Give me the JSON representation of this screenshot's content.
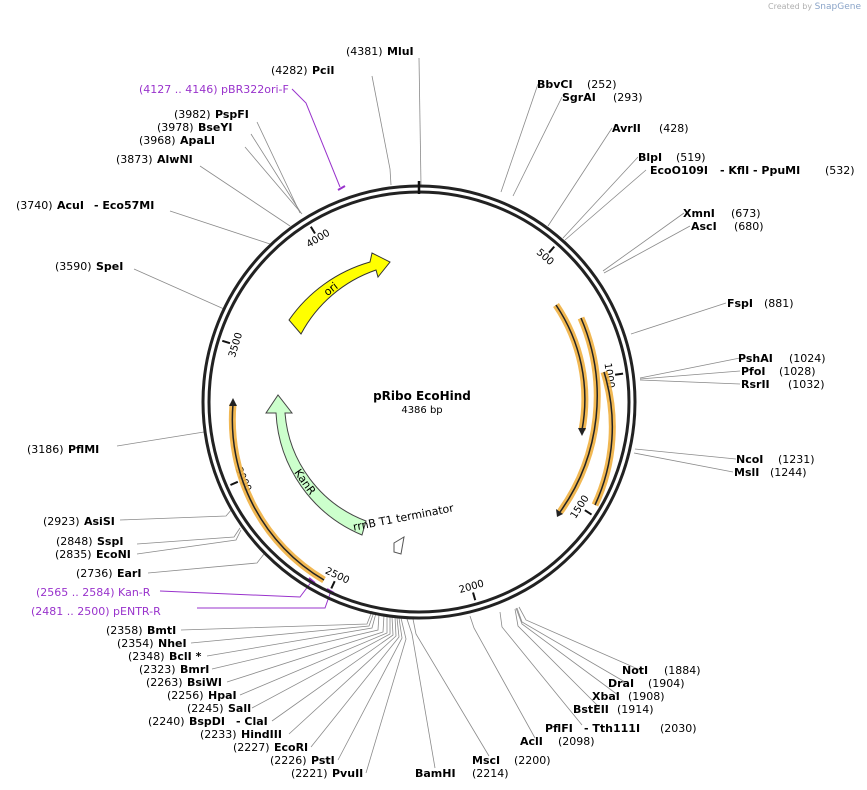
{
  "credit": {
    "prefix": "Created by",
    "brand": "SnapGene"
  },
  "plasmid": {
    "name": "pRibo EcoHind",
    "length_label": "4386 bp",
    "length": 4386
  },
  "ruler": [
    "500",
    "1000",
    "1500",
    "2000",
    "2500",
    "3000",
    "3500",
    "4000"
  ],
  "features": [
    {
      "name": "ori",
      "color": "#ffff00",
      "stroke": "#333333"
    },
    {
      "name": "KanR",
      "color": "#ccffcc",
      "stroke": "#444444"
    },
    {
      "name": "rrnB T1 terminator",
      "color": "#ffffff",
      "stroke": "#555555"
    }
  ],
  "enzymes": [
    {
      "pos": "(4381)",
      "name": "MluI"
    },
    {
      "pos": "(4282)",
      "name": "PciI"
    },
    {
      "pos": "(3982)",
      "name": "PspFI"
    },
    {
      "pos": "(3978)",
      "name": "BseYI"
    },
    {
      "pos": "(3968)",
      "name": "ApaLI"
    },
    {
      "pos": "(3873)",
      "name": "AlwNI"
    },
    {
      "pos": "(3740)",
      "name": "AcuI",
      "extra": "- Eco57MI"
    },
    {
      "pos": "(3590)",
      "name": "SpeI"
    },
    {
      "pos": "(3186)",
      "name": "PflMI"
    },
    {
      "pos": "(2923)",
      "name": "AsiSI"
    },
    {
      "pos": "(2848)",
      "name": "SspI"
    },
    {
      "pos": "(2835)",
      "name": "EcoNI"
    },
    {
      "pos": "(2736)",
      "name": "EarI"
    },
    {
      "pos": "(2358)",
      "name": "BmtI"
    },
    {
      "pos": "(2354)",
      "name": "NheI"
    },
    {
      "pos": "(2348)",
      "name": "BclI *"
    },
    {
      "pos": "(2323)",
      "name": "BmrI"
    },
    {
      "pos": "(2263)",
      "name": "BsiWI"
    },
    {
      "pos": "(2256)",
      "name": "HpaI"
    },
    {
      "pos": "(2245)",
      "name": "SalI"
    },
    {
      "pos": "(2240)",
      "name": "BspDI",
      "extra": "- ClaI"
    },
    {
      "pos": "(2233)",
      "name": "HindIII"
    },
    {
      "pos": "(2227)",
      "name": "EcoRI"
    },
    {
      "pos": "(2226)",
      "name": "PstI"
    },
    {
      "pos": "(2221)",
      "name": "PvuII"
    },
    {
      "pos": "(2214)",
      "name": "BamHI"
    },
    {
      "pos": "(2200)",
      "name": "MscI"
    },
    {
      "pos": "(2098)",
      "name": "AclI"
    },
    {
      "pos": "(2030)",
      "name": "PflFI",
      "extra": "- Tth111I"
    },
    {
      "pos": "(1914)",
      "name": "BstEII"
    },
    {
      "pos": "(1908)",
      "name": "XbaI"
    },
    {
      "pos": "(1904)",
      "name": "DraI"
    },
    {
      "pos": "(1884)",
      "name": "NotI"
    },
    {
      "pos": "(1244)",
      "name": "MslI"
    },
    {
      "pos": "(1231)",
      "name": "NcoI"
    },
    {
      "pos": "(1032)",
      "name": "RsrII"
    },
    {
      "pos": "(1028)",
      "name": "PfoI"
    },
    {
      "pos": "(1024)",
      "name": "PshAI"
    },
    {
      "pos": "(881)",
      "name": "FspI"
    },
    {
      "pos": "(680)",
      "name": "AscI"
    },
    {
      "pos": "(673)",
      "name": "XmnI"
    },
    {
      "pos": "(532)",
      "name": "EcoO109I",
      "extra": "- KflI - PpuMI"
    },
    {
      "pos": "(519)",
      "name": "BlpI"
    },
    {
      "pos": "(428)",
      "name": "AvrII"
    },
    {
      "pos": "(293)",
      "name": "SgrAI"
    },
    {
      "pos": "(252)",
      "name": "BbvCI"
    }
  ],
  "primers": [
    {
      "label": "(4127 .. 4146)  pBR322ori-F"
    },
    {
      "label": "(2565 .. 2584)  Kan-R"
    },
    {
      "label": "(2481 .. 2500)  pENTR-R"
    }
  ],
  "colors": {
    "backbone": "#222222",
    "primer": "#9933cc",
    "leader": "#8a8a8a",
    "orange": "#f0b040",
    "ori": "#ffff00",
    "kanr": "#ccffcc"
  }
}
